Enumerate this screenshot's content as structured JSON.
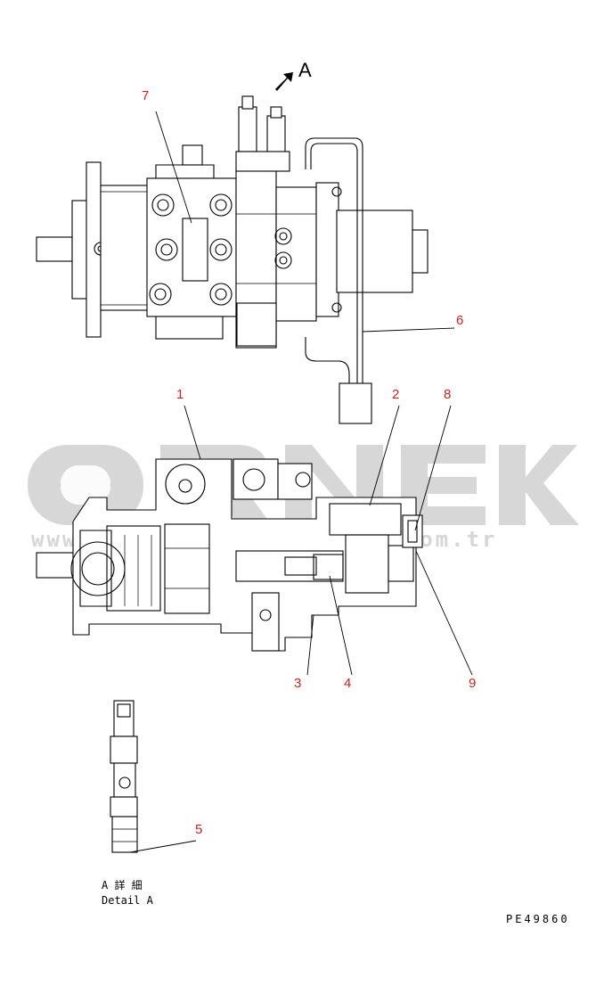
{
  "view_arrow": {
    "label": "A"
  },
  "callouts": [
    "1",
    "2",
    "3",
    "4",
    "5",
    "6",
    "7",
    "8",
    "9"
  ],
  "detail": {
    "japanese": "A 詳 細",
    "english": "Detail A"
  },
  "part_code": "PE49860",
  "watermark": {
    "brand": "ÖRNEK",
    "url": "www.ornekiskomakinalari.com.tr",
    "color": "#cccccc",
    "accent": "#e8c060"
  },
  "colors": {
    "callout": "#cc2222",
    "line": "#000000"
  }
}
